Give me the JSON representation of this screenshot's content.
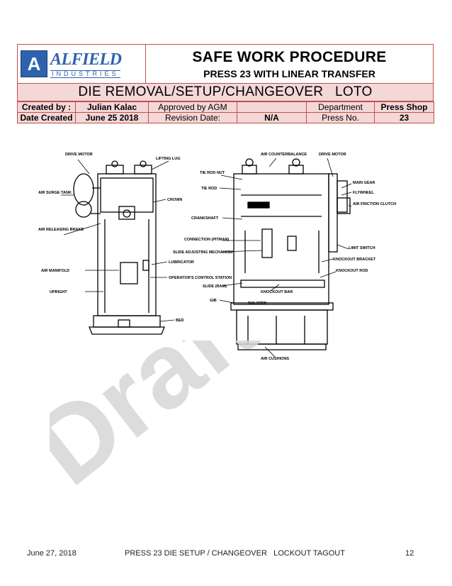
{
  "header": {
    "logo_letter": "A",
    "logo_name": "ALFIELD",
    "logo_sub": "INDUSTRIES",
    "title": "SAFE WORK PROCEDURE",
    "subtitle": "PRESS 23 WITH LINEAR TRANSFER",
    "banner": "DIE REMOVAL/SETUP/CHANGEOVER   LOTO"
  },
  "meta": {
    "created_by_label": "Created by :",
    "created_by": "Julian Kalac",
    "approved_by": "Approved by AGM",
    "department_label": "Department",
    "department": "Press Shop",
    "date_created_label": "Date Created",
    "date_created": "June 25 2018",
    "revision_label": "Revision Date:",
    "revision_value": "N/A",
    "press_no_label": "Press No.",
    "press_no": "23"
  },
  "diagram": {
    "left_labels": {
      "drive_motor": "DRIVE MOTOR",
      "lifting_lug": "LIFTING LUG",
      "air_surge_tank": "AIR SURGE TANK",
      "crown": "CROWN",
      "air_releasing_brake": "AIR RELEASING BRAKE",
      "lubricator": "LUBRICATOR",
      "air_manifold": "AIR MANIFOLD",
      "operators_station": "OPERATOR'S CONTROL STATION",
      "upright": "UPRIGHT",
      "bed": "BED"
    },
    "right_labels": {
      "air_counterbalance": "AIR COUNTERBALANCE",
      "drive_motor": "DRIVE MOTOR",
      "tie_rod_nut": "TIE ROD NUT",
      "main_gear": "MAIN GEAR",
      "tie_rod": "TIE ROD",
      "flywheel": "FLYWHEEL",
      "air_friction_clutch": "AIR FRICTION CLUTCH",
      "crankshaft": "CRANKSHAFT",
      "connection": "CONNECTION (PITMAN)",
      "limit_switch": "LIMIT SWITCH",
      "slide_adjusting": "SLIDE ADJUSTING MECHANISM",
      "knockout_bracket": "KNOCKOUT BRACKET",
      "knockout_rod": "KNOCKOUT ROD",
      "slide": "SLIDE (RAM)",
      "knockout_bar": "KNOCKOUT BAR",
      "gib": "GIB",
      "bolster": "BOLSTER",
      "air_cushions": "AIR CUSHIONS"
    }
  },
  "watermark": "Draft",
  "footer": {
    "date": "June 27, 2018",
    "doc": "PRESS 23 DIE SETUP / CHANGEOVER   LOCKOUT TAGOUT",
    "page": "12"
  }
}
